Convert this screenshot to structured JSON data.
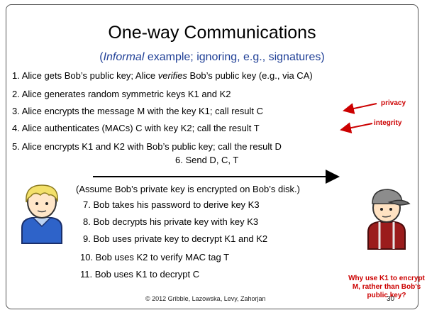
{
  "slide": {
    "title": "One-way Communications",
    "subtitle": {
      "open": "(",
      "italic": "Informal",
      "rest": " example; ignoring, e.g., signatures)"
    },
    "steps": [
      {
        "pre": "1. Alice gets Bob’s public key; Alice ",
        "italic": "verifies",
        "post": " Bob’s public key (e.g., via CA)"
      },
      {
        "text": "2. Alice generates random symmetric keys K1 and K2"
      },
      {
        "text": "3. Alice encrypts the message M with the key K1; call result C"
      },
      {
        "text": "4. Alice authenticates (MACs) C with key K2; call the result T"
      },
      {
        "text": "5. Alice encrypts K1 and K2 with Bob’s public key; call the result D"
      }
    ],
    "send": "6. Send D, C, T",
    "assume": "(Assume Bob’s private key is encrypted on Bob’s disk.)",
    "bob_steps": [
      "7. Bob takes his password to derive key K3",
      "8. Bob decrypts his private key with key K3",
      "9. Bob uses private key to decrypt K1 and K2",
      "10. Bob uses K2 to verify MAC tag T",
      "11. Bob uses K1 to decrypt C"
    ],
    "annotations": {
      "privacy": "privacy",
      "integrity": "integrity"
    },
    "question": "Why use K1 to encrypt M, rather than Bob’s public key?",
    "footer": "© 2012 Gribble, Lazowska, Levy, Zahorjan",
    "page_number": "30",
    "colors": {
      "accent_red": "#cc0000",
      "subtitle_blue": "#1f3f96"
    },
    "icons": {
      "alice": "alice-avatar-icon",
      "bob": "bob-avatar-icon"
    }
  }
}
